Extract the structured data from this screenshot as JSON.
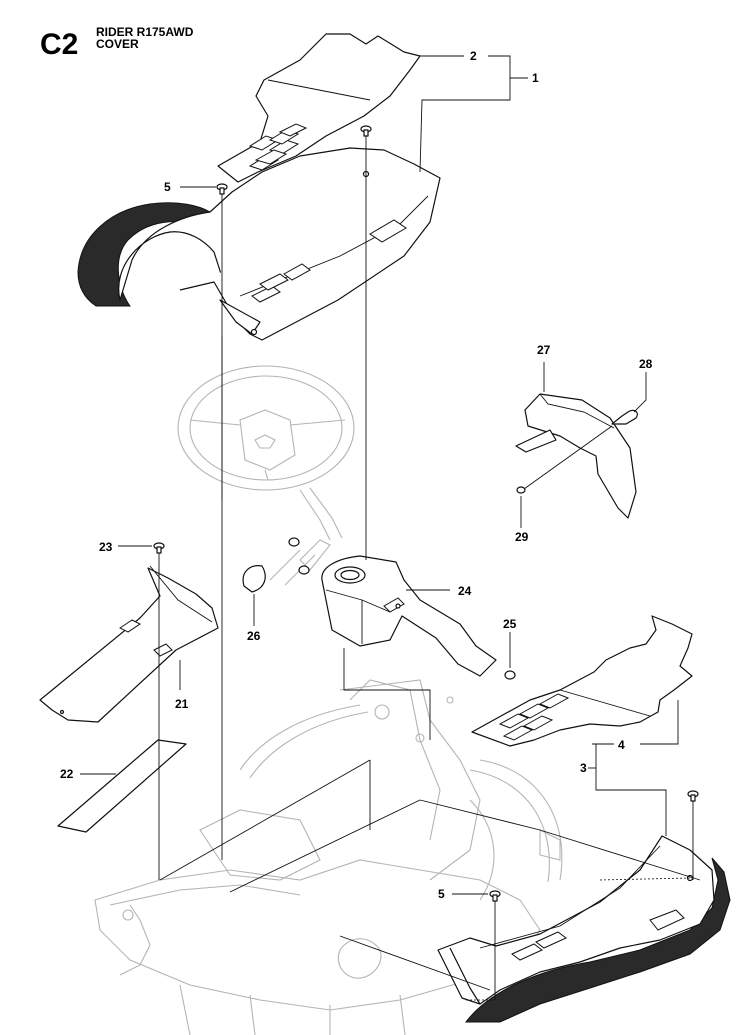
{
  "header": {
    "section_code": "C2",
    "model": "RIDER R175AWD",
    "section": "COVER"
  },
  "callouts": {
    "c1": "1",
    "c2": "2",
    "c3": "3",
    "c4": "4",
    "c5": "5",
    "c21": "21",
    "c22": "22",
    "c23": "23",
    "c24": "24",
    "c25": "25",
    "c26": "26",
    "c27": "27",
    "c28": "28",
    "c29": "29"
  }
}
